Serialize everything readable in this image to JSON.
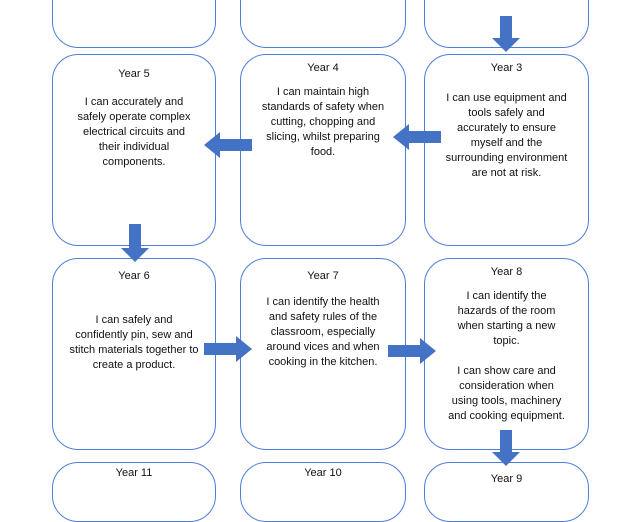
{
  "cards": {
    "year5": {
      "title": "Year 5",
      "text": "I can accurately and safely operate complex electrical circuits and their individual components."
    },
    "year4": {
      "title": "Year 4",
      "text": "I can maintain high standards of safety when cutting, chopping and slicing, whilst preparing food."
    },
    "year3": {
      "title": "Year 3",
      "text": "I can use equipment and tools safely and accurately to ensure myself and the surrounding environment are not at risk."
    },
    "year6": {
      "title": "Year 6",
      "text": "I can safely and confidently pin, sew and stitch materials together to create a product."
    },
    "year7": {
      "title": "Year 7",
      "text": "I can identify the health and safety rules of the classroom, especially around vices and when cooking in the kitchen."
    },
    "year8": {
      "title": "Year 8",
      "text1": "I can identify the hazards of the room when starting a new topic.",
      "text2": "I can show care and consideration when using tools, machinery and cooking equipment."
    },
    "year11": {
      "title": "Year 11"
    },
    "year10": {
      "title": "Year 10"
    },
    "year9": {
      "title": "Year 9"
    }
  },
  "colors": {
    "border": "#4f7ed8",
    "arrow": "#4472c4"
  }
}
